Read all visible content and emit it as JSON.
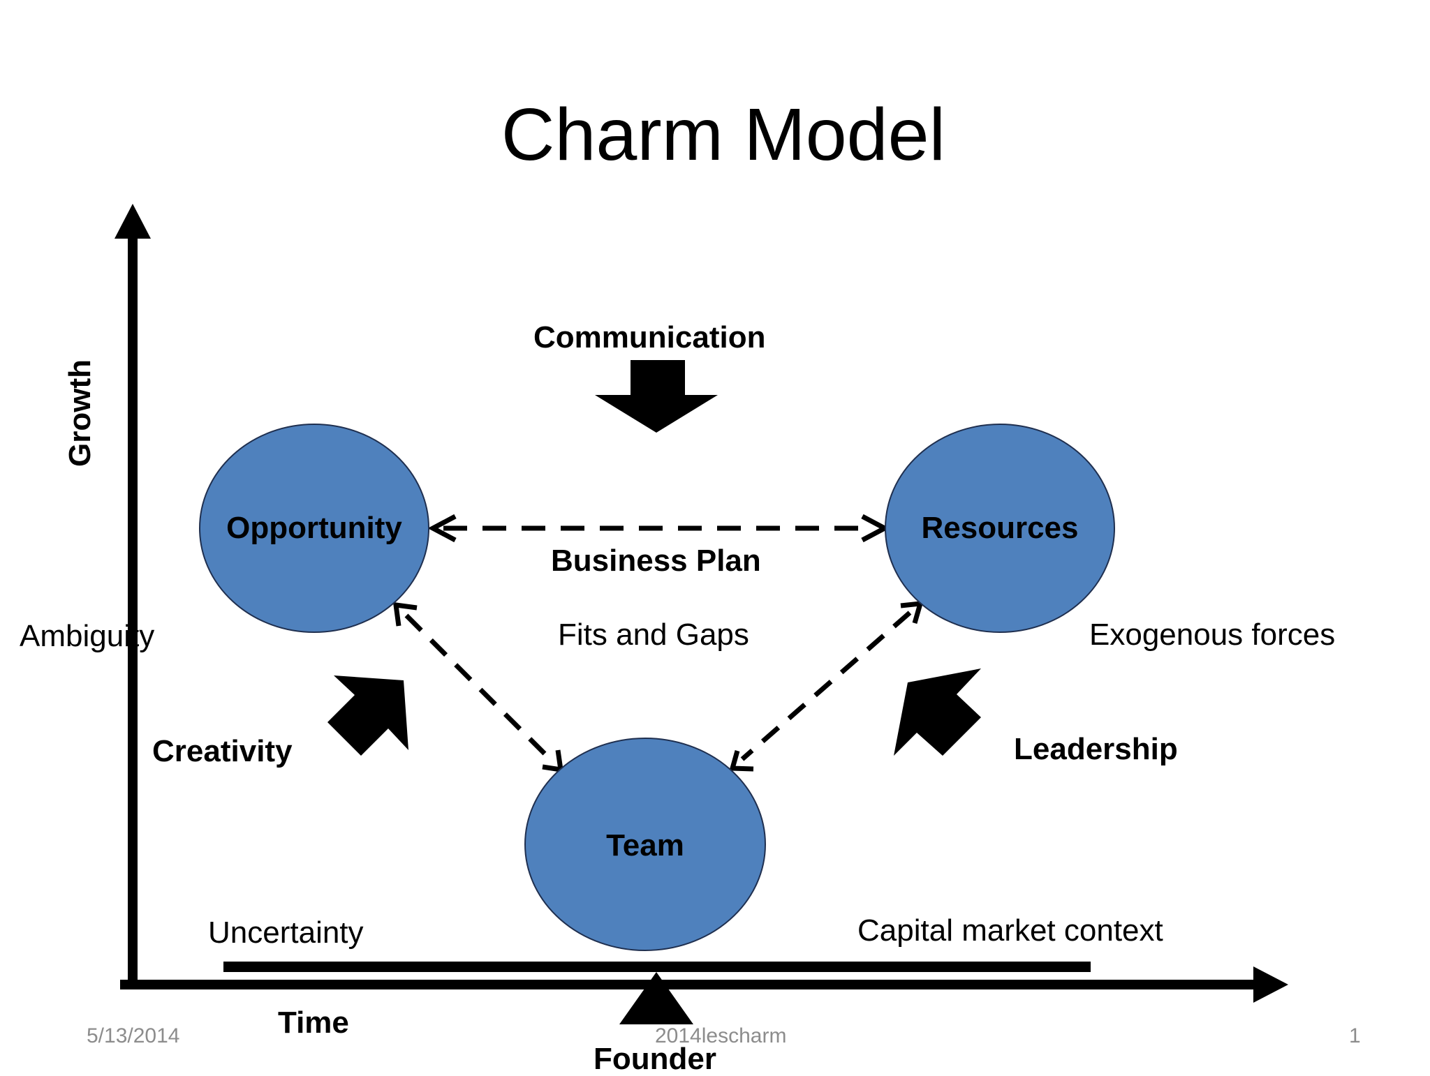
{
  "title": "Charm Model",
  "axes": {
    "y_label": "Growth",
    "x_label": "Time"
  },
  "nodes": {
    "opportunity": "Opportunity",
    "resources": "Resources",
    "team": "Team"
  },
  "labels": {
    "communication": "Communication",
    "business_plan": "Business Plan",
    "fits_and_gaps": "Fits and Gaps",
    "ambiguity": "Ambiguity",
    "exogenous_forces": "Exogenous forces",
    "creativity": "Creativity",
    "leadership": "Leadership",
    "uncertainty": "Uncertainty",
    "capital_market_context": "Capital market context",
    "founder": "Founder"
  },
  "footer": {
    "date": "5/13/2014",
    "center": "2014lescharm",
    "page": "1"
  },
  "colors": {
    "node_fill": "#4f81bd",
    "node_stroke": "#1f2f4f",
    "ink": "#000000",
    "footer": "#8c8c8c"
  }
}
